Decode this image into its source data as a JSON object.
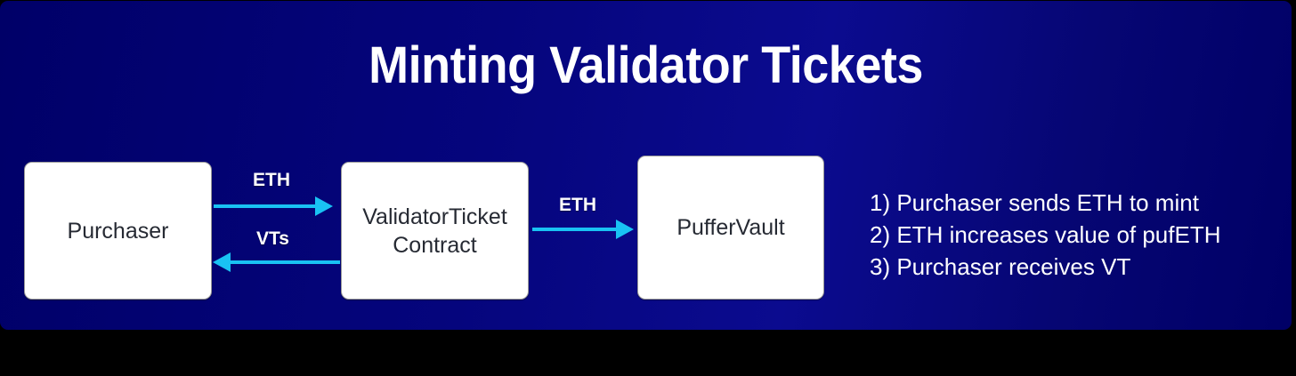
{
  "panel": {
    "background_start": "#000068",
    "background_end": "#000066",
    "accent_color": "#19c2f3",
    "page_background": "#000000"
  },
  "title": "Minting Validator Tickets",
  "nodes": [
    {
      "id": "purchaser",
      "label": "Purchaser"
    },
    {
      "id": "validatorticket",
      "label_line1": "ValidatorTicket",
      "label_line2": "Contract"
    },
    {
      "id": "puffervault",
      "label": "PufferVault"
    }
  ],
  "arrows": [
    {
      "id": "eth-1",
      "label": "ETH",
      "direction": "right",
      "from": "purchaser",
      "to": "validatorticket"
    },
    {
      "id": "vts",
      "label": "VTs",
      "direction": "left",
      "from": "validatorticket",
      "to": "purchaser"
    },
    {
      "id": "eth-2",
      "label": "ETH",
      "direction": "right",
      "from": "validatorticket",
      "to": "puffervault"
    }
  ],
  "steps": [
    "1) Purchaser sends ETH to mint",
    "2) ETH increases value of pufETH",
    "3) Purchaser receives VT"
  ]
}
